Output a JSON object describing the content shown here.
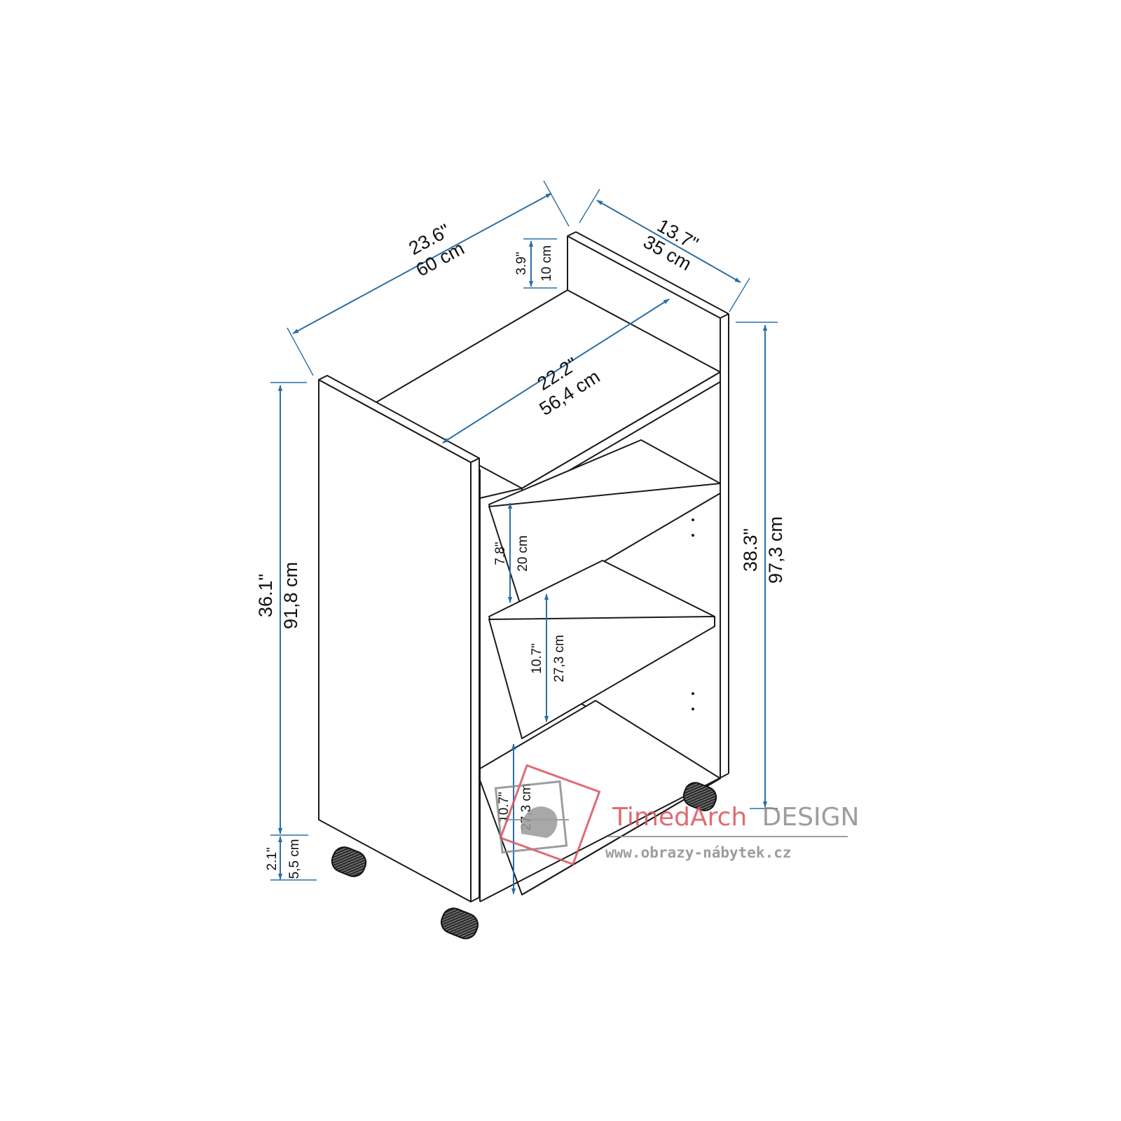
{
  "colors": {
    "outline": "#1a1a1a",
    "dimension_line": "#2b6fa6",
    "watermark_red": "#d9535c",
    "watermark_gray": "#8c8c8c"
  },
  "dimensions": {
    "width_total": {
      "imperial": "23.6\"",
      "metric": "60 cm"
    },
    "depth": {
      "imperial": "13.7\"",
      "metric": "35 cm"
    },
    "back_rail": {
      "imperial": "3.9\"",
      "metric": "10 cm"
    },
    "inner_width": {
      "imperial": "22.2\"",
      "metric": "56,4 cm"
    },
    "side_height": {
      "imperial": "36.1\"",
      "metric": "91,8 cm"
    },
    "total_height": {
      "imperial": "38.3\"",
      "metric": "97,3 cm"
    },
    "shelf_top": {
      "imperial": "7.8\"",
      "metric": "20 cm"
    },
    "shelf_middle": {
      "imperial": "10.7\"",
      "metric": "27,3 cm"
    },
    "shelf_bottom": {
      "imperial": "10.7\"",
      "metric": "27,3 cm"
    },
    "caster": {
      "imperial": "2.1\"",
      "metric": "5,5 cm"
    }
  },
  "watermark": {
    "brand_red": "TimedArch",
    "brand_gray": "DESIGN",
    "url": "www.obrazy-nábytek.cz"
  }
}
